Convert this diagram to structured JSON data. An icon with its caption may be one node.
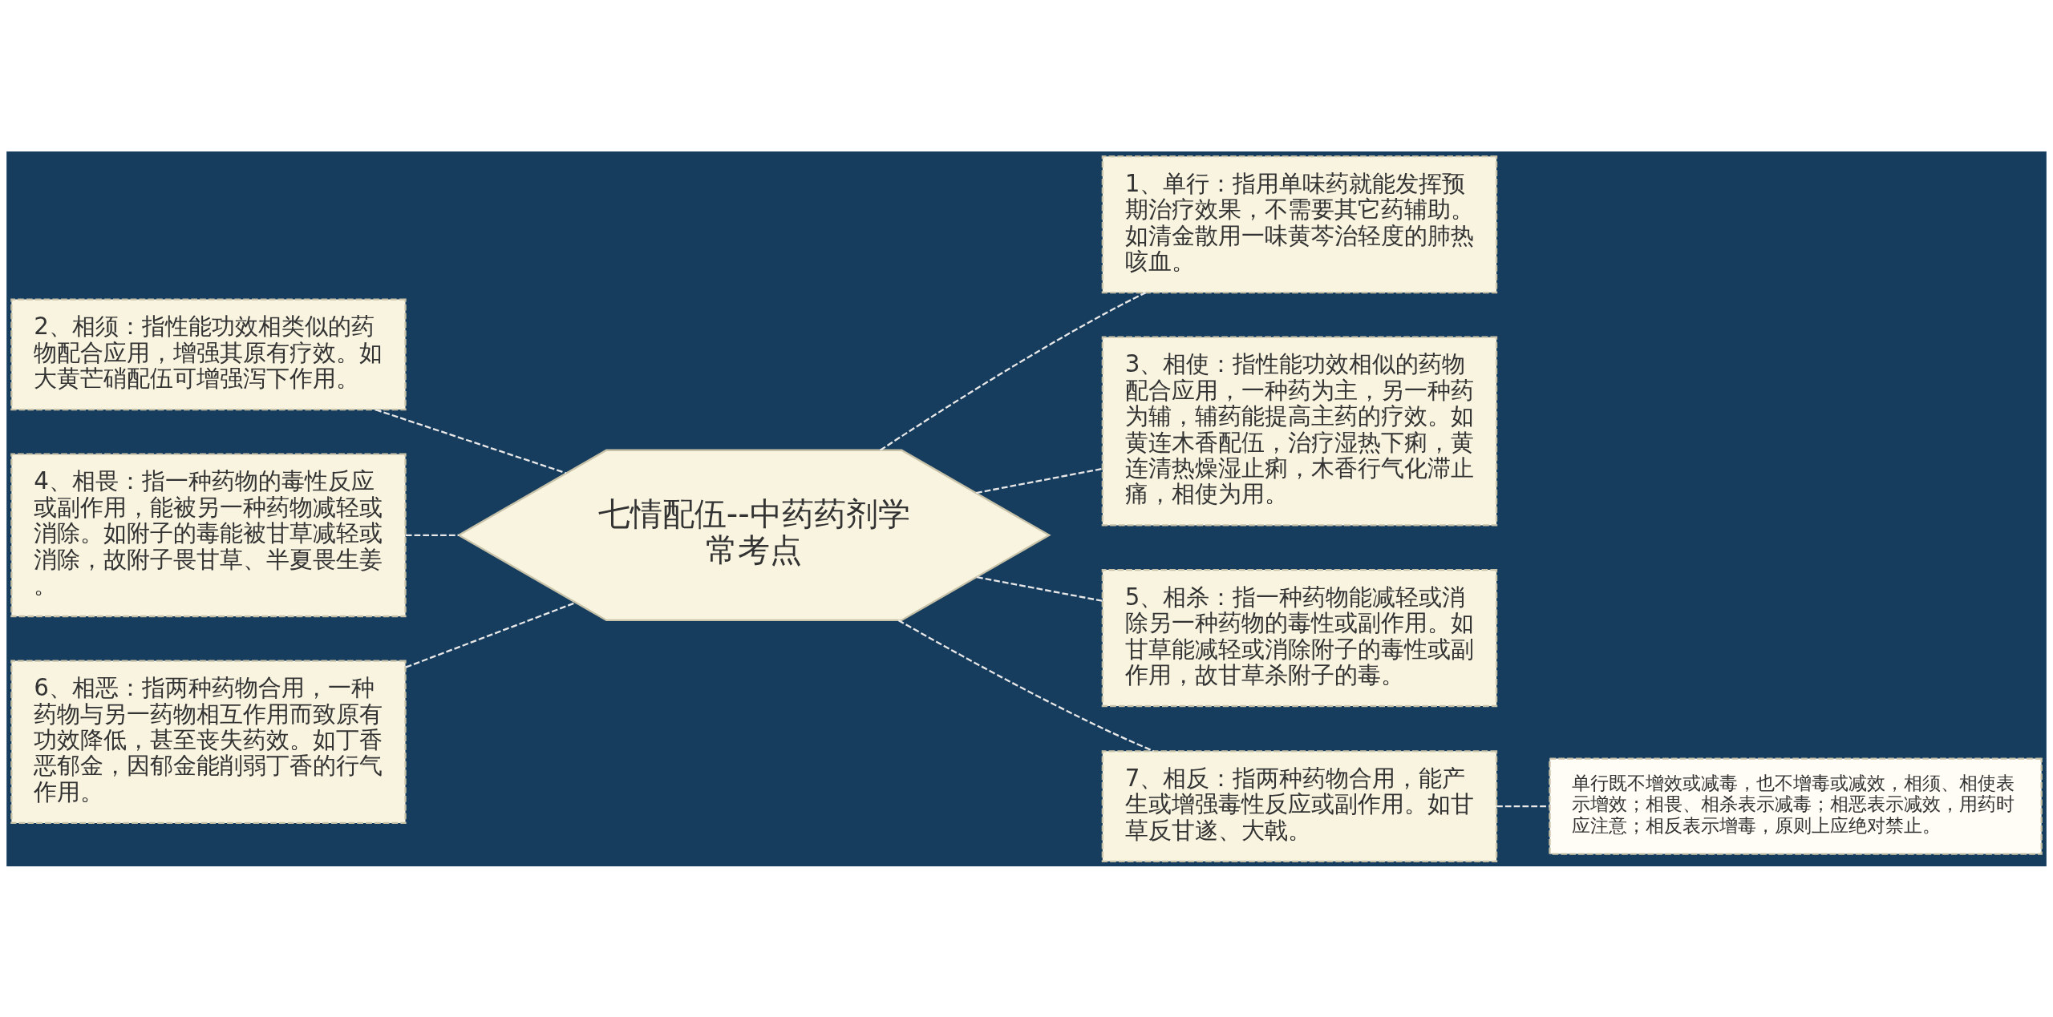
{
  "diagram": {
    "nodes": [
      {
        "text": [
          "七情配伍--中药药剂学常考点"
        ]
      },
      {
        "text": [
          "1、单行：指用单味药就能发挥预期治疗效果，不需要其它药辅助。如清金散用一味黄芩治轻度的肺热咳血。"
        ]
      },
      {
        "text": [
          "2、相须：指性能功效相类似的药物配合应用，增强其原有疗效。如大黄芒硝配伍可增强泻下作用。"
        ]
      },
      {
        "text": [
          "3、相使：指性能功效相似的药物配合应用，一种药为主，另一种药为辅，辅药能提高主药的疗效。如黄连木香配伍，治疗湿热下痢，黄连清热燥湿止痢，木香行气化滞止痛，相使为用。"
        ]
      },
      {
        "text": [
          "4、相畏：指一种药物的毒性反应或副作用，能被另一种药物减轻或消除。如附子的毒能被甘草减轻或消除，故附子畏甘草、半夏畏生姜。"
        ]
      },
      {
        "text": [
          "5、相杀：指一种药物能减轻或消除另一种药物的毒性或副作用。如甘草能减轻或消除附子的毒性或副作用，故甘草杀附子的毒。"
        ]
      },
      {
        "text": [
          "6、相恶：指两种药物合用，一种药物与另一药物相互作用而致原有功效降低，甚至丧失药效。如丁香恶郁金，因郁金能削弱丁香的行气作用。"
        ]
      },
      {
        "text": [
          "7、相反：指两种药物合用，能产生或增强毒性反应或副作用。如甘草反甘遂、大戟。"
        ]
      },
      {
        "text": [
          "单行既不增效或减毒，也不增毒或减效，相须、相使表示增效；相畏、相杀表示减毒；相恶表示减效，用药时应注意；相反表示增毒，原则上应绝对禁止。"
        ]
      }
    ],
    "edges": [
      {
        "from": 0,
        "to": 1,
        "arrow": "none",
        "style": "dashed"
      },
      {
        "from": 0,
        "to": 2,
        "arrow": "none",
        "style": "dashed"
      },
      {
        "from": 0,
        "to": 3,
        "arrow": "none",
        "style": "dashed"
      },
      {
        "from": 0,
        "to": 4,
        "arrow": "none",
        "style": "dashed"
      },
      {
        "from": 0,
        "to": 5,
        "arrow": "none",
        "style": "dashed"
      },
      {
        "from": 0,
        "to": 6,
        "arrow": "none",
        "style": "dashed"
      },
      {
        "from": 0,
        "to": 7,
        "arrow": "none",
        "style": "dashed"
      },
      {
        "from": 7,
        "to": 8,
        "arrow": "none",
        "style": "dashed"
      }
    ]
  }
}
